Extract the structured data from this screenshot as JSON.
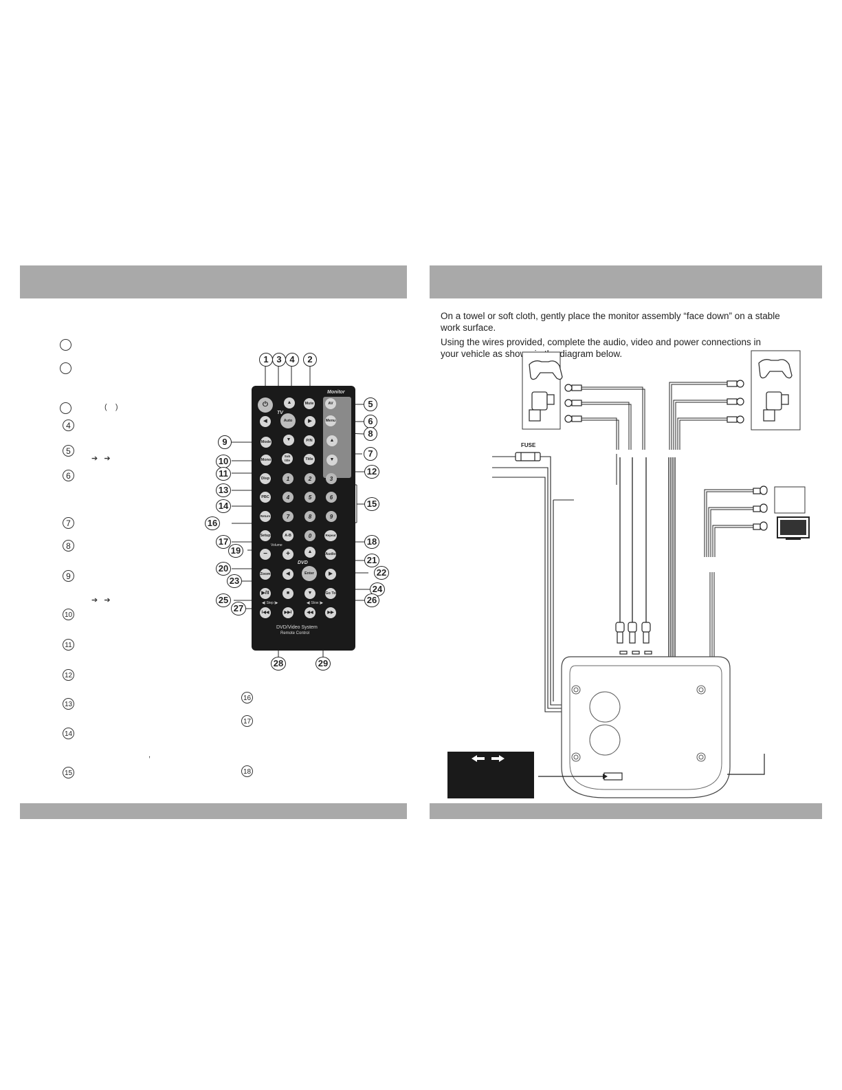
{
  "left_page": {
    "remote_labels": {
      "monitor": "Monitor",
      "tv": "TV",
      "dvd": "DVD",
      "mute": "Mute",
      "av": "AV",
      "auto": "Auto",
      "menu": "Menu",
      "pn": "P/N",
      "mode": "Mode",
      "mono": "Mono",
      "subtitle": "Sub title",
      "title": "Title",
      "disp": "Disp",
      "pbc": "PBC",
      "return": "Return",
      "setup": "Setup",
      "ab": "A-B",
      "repeat": "Repeat",
      "volume": "Volume",
      "audio": "Audio",
      "zoom": "Zoom",
      "enter": "Enter",
      "goto": "Go To",
      "step": "Step",
      "slow": "Slow",
      "system": "DVD/Video System",
      "remote_control": "Remote Control",
      "numbers": [
        "1",
        "2",
        "3",
        "4",
        "5",
        "6",
        "7",
        "8",
        "9",
        "0"
      ]
    },
    "callouts": [
      "1",
      "2",
      "3",
      "4",
      "5",
      "6",
      "7",
      "8",
      "9",
      "10",
      "11",
      "12",
      "13",
      "14",
      "15",
      "16",
      "17",
      "18",
      "19",
      "20",
      "21",
      "22",
      "23",
      "24",
      "25",
      "26",
      "27",
      "28",
      "29"
    ],
    "list_bullets": [
      "4",
      "5",
      "6",
      "7",
      "8",
      "9",
      "10",
      "11",
      "12",
      "13",
      "14",
      "15",
      "16",
      "17",
      "18"
    ]
  },
  "right_page": {
    "intro_1a": "On a towel or soft cloth, gently place the monitor assembly “face down” on a stable",
    "intro_1b": "work surface.",
    "intro_2a": "Using the wires provided, complete the audio, video and power connections in",
    "intro_2b": "your vehicle as shown in the diagram below.",
    "fuse_label": "FUSE"
  }
}
